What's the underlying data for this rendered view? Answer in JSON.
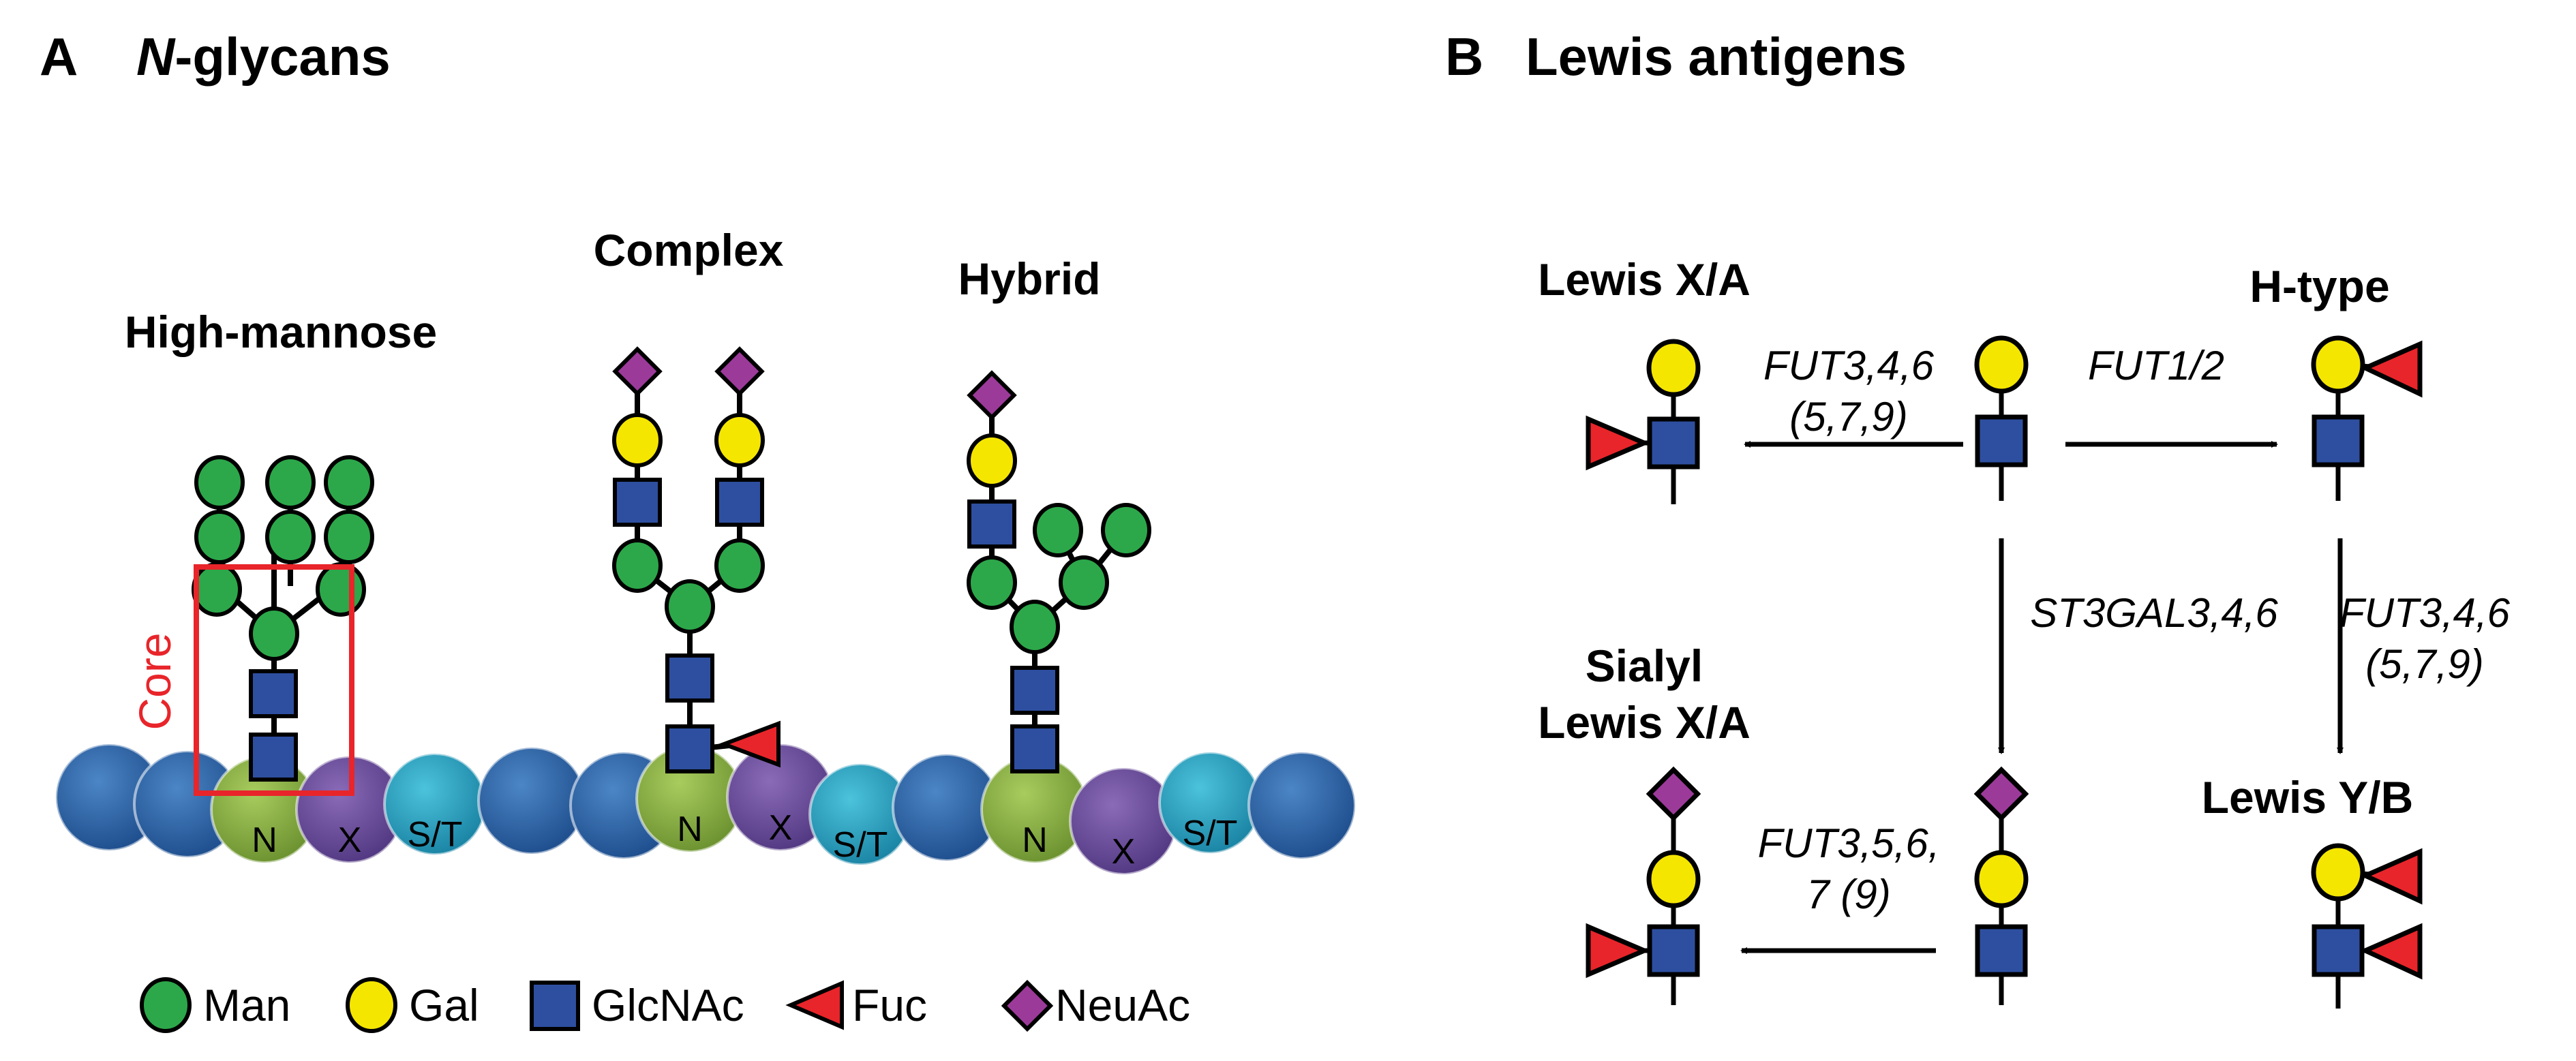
{
  "panelA": {
    "letter": "A",
    "title_em": "N",
    "title_rest": "-glycans",
    "labels": {
      "high_mannose": "High-mannose",
      "complex": "Complex",
      "hybrid": "Hybrid",
      "core": "Core"
    },
    "peptide_labels": [
      "N",
      "X",
      "S/T",
      "N",
      "X",
      "S/T",
      "N",
      "X",
      "S/T"
    ]
  },
  "panelB": {
    "letter": "B",
    "title": "Lewis antigens",
    "labels": {
      "lewis_xa": "Lewis X/A",
      "h_type": "H-type",
      "sialyl_l1": "Sialyl",
      "sialyl_l2": "Lewis X/A",
      "lewis_yb": "Lewis Y/B"
    },
    "enzymes": {
      "to_lewis_xa_l1": "FUT3,4,6",
      "to_lewis_xa_l2": "(5,7,9)",
      "to_h_type": "FUT1/2",
      "to_sialyl": "ST3GAL3,4,6",
      "to_lewis_yb_l1": "FUT3,4,6",
      "to_lewis_yb_l2": "(5,7,9)",
      "to_sialyl_lewis_l1": "FUT3,5,6,",
      "to_sialyl_lewis_l2": "7 (9)"
    }
  },
  "legend": {
    "items": [
      {
        "label": "Man",
        "shape": "green-circle"
      },
      {
        "label": "Gal",
        "shape": "yellow-circle"
      },
      {
        "label": "GlcNAc",
        "shape": "blue-square"
      },
      {
        "label": "Fuc",
        "shape": "red-triangle"
      },
      {
        "label": "NeuAc",
        "shape": "purple-diamond"
      }
    ]
  },
  "colors": {
    "man": "#2ca84a",
    "gal": "#f5e600",
    "glcnac": "#2e4fa0",
    "fuc": "#e8252a",
    "neuac": "#9c3a9a",
    "peptide_blue": "#2f68aa",
    "peptide_green": "#8bb143",
    "peptide_purple": "#6c4e9c",
    "peptide_teal": "#2aa3c2",
    "core_box": "#e8252a"
  }
}
